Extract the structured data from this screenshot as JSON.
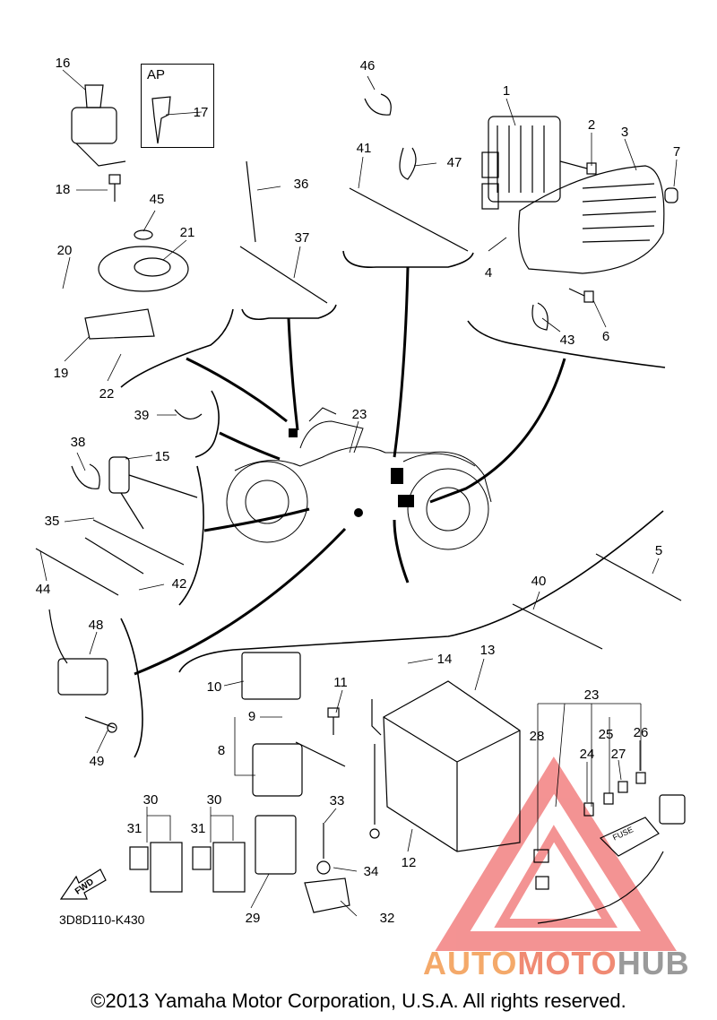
{
  "diagram": {
    "callouts": [
      "1",
      "2",
      "3",
      "4",
      "5",
      "6",
      "7",
      "8",
      "9",
      "10",
      "11",
      "12",
      "13",
      "14",
      "15",
      "16",
      "17",
      "18",
      "19",
      "20",
      "21",
      "22",
      "23",
      "24",
      "25",
      "26",
      "27",
      "28",
      "29",
      "30",
      "31",
      "32",
      "33",
      "34",
      "35",
      "36",
      "37",
      "38",
      "39",
      "40",
      "41",
      "42",
      "43",
      "44",
      "45",
      "46",
      "47",
      "48",
      "49"
    ],
    "ap_label": "AP",
    "fwd_label": "FWD",
    "fuse_label": "FUSE",
    "part_code": "3D8D110-K430",
    "copyright": "©2013 Yamaha Motor Corporation, U.S.A. All rights reserved."
  },
  "watermark": {
    "part1": "AUTO",
    "part2": "MOTO",
    "part3": "HUB",
    "colors": [
      "#f4a96a",
      "#f08a73",
      "#9a9a9a"
    ]
  }
}
